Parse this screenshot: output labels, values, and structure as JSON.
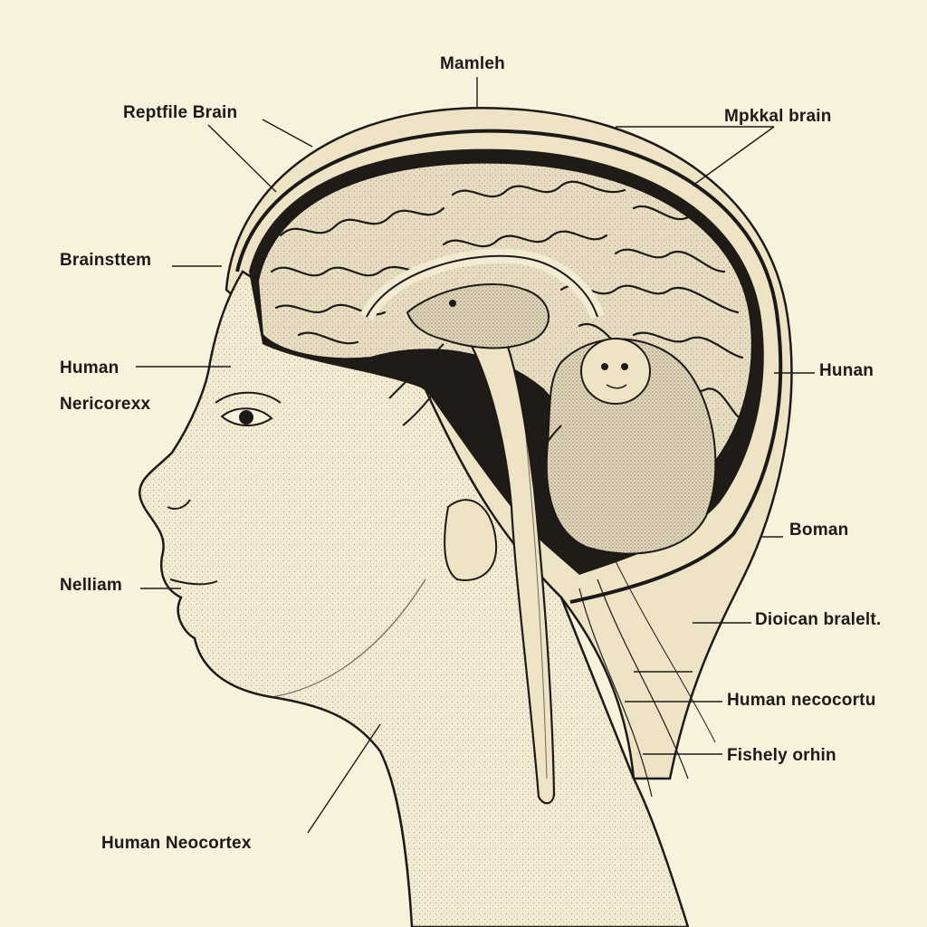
{
  "labels": {
    "mamleh": "Mamleh",
    "reptile_brain": "Reptfile Brain",
    "mpkkal_brain": "Mpkkal brain",
    "brainstem": "Brainsttem",
    "human": "Human",
    "nericorexx": "Nericorexx",
    "hunan": "Hunan",
    "boman": "Boman",
    "nelliam": "Nelliam",
    "dioican_brain": "Dioican bralelt.",
    "human_neocortu": "Human necocortu",
    "fishely_brain": "Fishely orhin",
    "human_neocortex": "Human Neocortex"
  },
  "colors": {
    "background": "#f8f1dc",
    "ink": "#1c1a17",
    "skin": "#f3ead2",
    "brain_fill": "#e8dcc0",
    "cavity": "#1f1b16"
  }
}
